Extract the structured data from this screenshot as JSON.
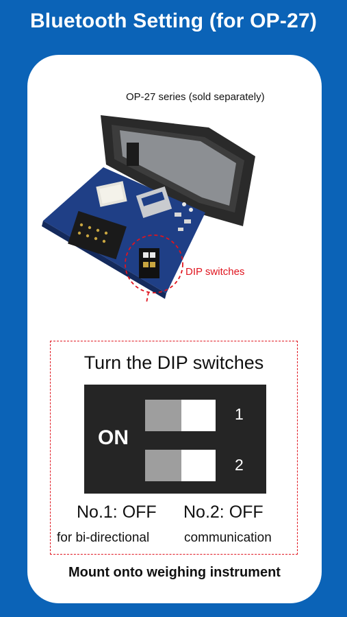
{
  "header": {
    "title": "Bluetooth Setting (for OP-27)"
  },
  "product": {
    "caption": "OP-27 series (sold separately)"
  },
  "callout": {
    "label": "DIP switches"
  },
  "instruction": {
    "heading": "Turn the DIP switches"
  },
  "dip_panel": {
    "on_label": "ON",
    "switches": [
      {
        "number": "1",
        "state": "OFF"
      },
      {
        "number": "2",
        "state": "OFF"
      }
    ]
  },
  "settings": {
    "no1": "No.1: OFF",
    "no2": "No.2: OFF",
    "caption_left": "for bi-directional",
    "caption_right": "communication"
  },
  "footer": {
    "text": "Mount onto weighing instrument"
  },
  "colors": {
    "background": "#0b63b7",
    "card": "#ffffff",
    "accent_red": "#e0141e",
    "panel": "#252525",
    "switch_track": "#9e9e9e",
    "switch_knob": "#ffffff",
    "pcb": "#1f3f86"
  }
}
